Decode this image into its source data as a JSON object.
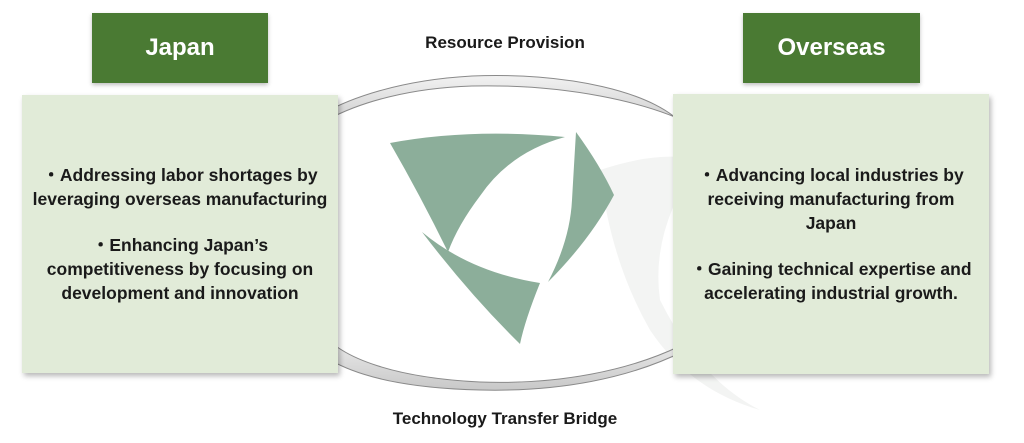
{
  "headers": {
    "japan": "Japan",
    "overseas": "Overseas"
  },
  "captions": {
    "top": "Resource Provision",
    "bottom": "Technology Transfer Bridge"
  },
  "japan_panel": {
    "bullets": [
      "・Addressing labor shortages by leveraging overseas manufacturing",
      "・Enhancing Japan’s competitiveness by focusing on development and innovation"
    ]
  },
  "overseas_panel": {
    "bullets": [
      "・Advancing local industries by receiving manufacturing from Japan",
      "・Gaining technical expertise and accelerating industrial growth."
    ]
  },
  "colors": {
    "header_green": "#4a7a33",
    "panel_green": "#e1ebd8",
    "logo_green": "#8cae9a",
    "arrow_gray": "#d6d6d6"
  }
}
